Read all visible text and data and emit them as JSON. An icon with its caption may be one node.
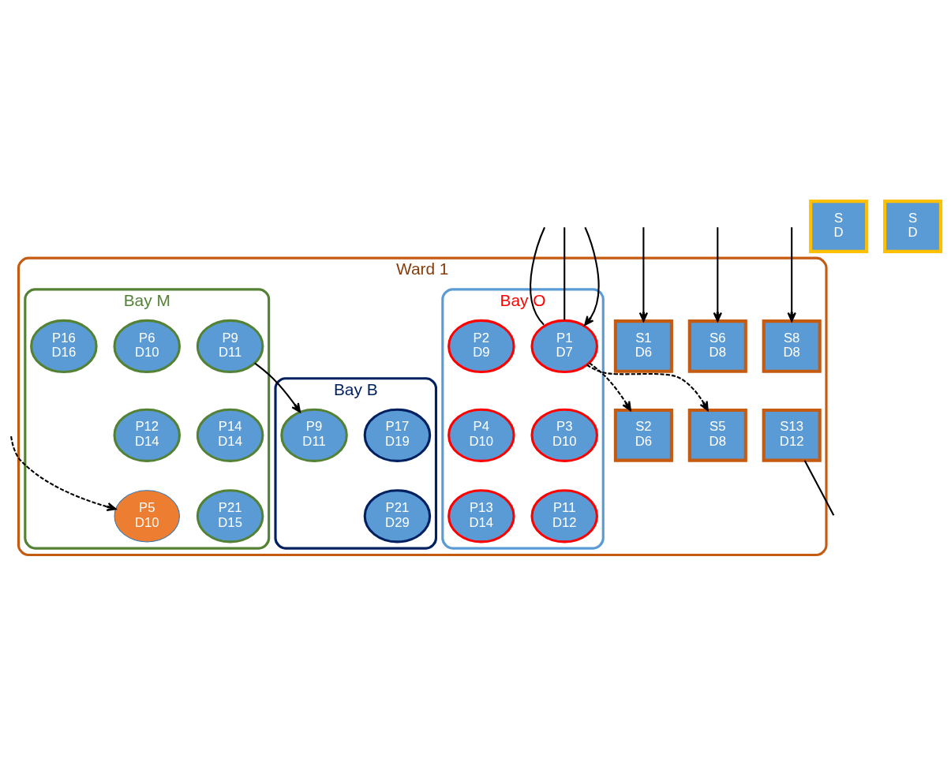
{
  "diagram": {
    "nodes": [
      {
        "text": [
          "Ward 1"
        ]
      },
      {
        "text": [
          "Bay O"
        ],
        "in": 0
      },
      {
        "text": [
          "P1",
          "D7"
        ],
        "in": 1
      },
      {
        "text": [
          "P2",
          "D9"
        ],
        "in": 1
      },
      {
        "text": [
          "P3",
          "D10"
        ],
        "in": 1
      },
      {
        "text": [
          "P4",
          "D10"
        ],
        "in": 1
      },
      {
        "text": [
          "P11",
          "D12"
        ],
        "in": 1
      },
      {
        "text": [
          "P13",
          "D14"
        ],
        "in": 1
      },
      {
        "text": [
          "Bay M"
        ],
        "in": 0
      },
      {
        "text": [
          "P6",
          "D10"
        ],
        "in": 8
      },
      {
        "text": [
          "P9",
          "D11"
        ],
        "in": 8
      },
      {
        "text": [
          "P12",
          "D14"
        ],
        "in": 8
      },
      {
        "text": [
          "P14",
          "D14"
        ],
        "in": 8
      },
      {
        "text": [
          "P5",
          "D10"
        ],
        "in": 8
      },
      {
        "text": [
          "P16",
          "D16"
        ],
        "in": 8
      },
      {
        "text": [
          "P21",
          "D15"
        ],
        "in": 8
      },
      {
        "text": [
          "Bay B"
        ],
        "in": 0
      },
      {
        "text": [
          "P17",
          "D19"
        ],
        "in": 16
      },
      {
        "text": [
          "P9",
          "D11"
        ],
        "in": 16
      },
      {
        "text": [
          "P21",
          "D29"
        ],
        "in": 16
      },
      {
        "text": [
          "S1",
          "D6"
        ],
        "in": 0
      },
      {
        "text": [
          "S6",
          "D8"
        ],
        "in": 0
      },
      {
        "text": [
          "S8",
          "D8"
        ],
        "in": 0
      },
      {
        "text": [
          "S2",
          "D6"
        ],
        "in": 0
      },
      {
        "text": [
          "S5",
          "D8"
        ],
        "in": 0
      },
      {
        "text": [
          "S13",
          "D12"
        ],
        "in": 0
      },
      {
        "text": [
          "S",
          "D"
        ]
      },
      {
        "text": [
          "S",
          "D"
        ]
      }
    ],
    "edges": [
      {
        "from": null,
        "to": 2,
        "arrow": "none"
      },
      {
        "from": null,
        "to": 2,
        "arrow": "to"
      },
      {
        "from": 2,
        "to": null,
        "arrow": "none"
      },
      {
        "from": 2,
        "to": 23,
        "arrow": "to",
        "style": "dashed"
      },
      {
        "from": 2,
        "to": 24,
        "arrow": "to",
        "style": "dashed"
      },
      {
        "from": 10,
        "to": 18,
        "arrow": "to"
      },
      {
        "from": null,
        "to": 13,
        "arrow": "to",
        "style": "dashed"
      },
      {
        "from": null,
        "to": 20,
        "arrow": "to"
      },
      {
        "from": null,
        "to": 21,
        "arrow": "to"
      },
      {
        "from": null,
        "to": 22,
        "arrow": "to"
      },
      {
        "from": 25,
        "to": null,
        "arrow": "none"
      }
    ]
  }
}
